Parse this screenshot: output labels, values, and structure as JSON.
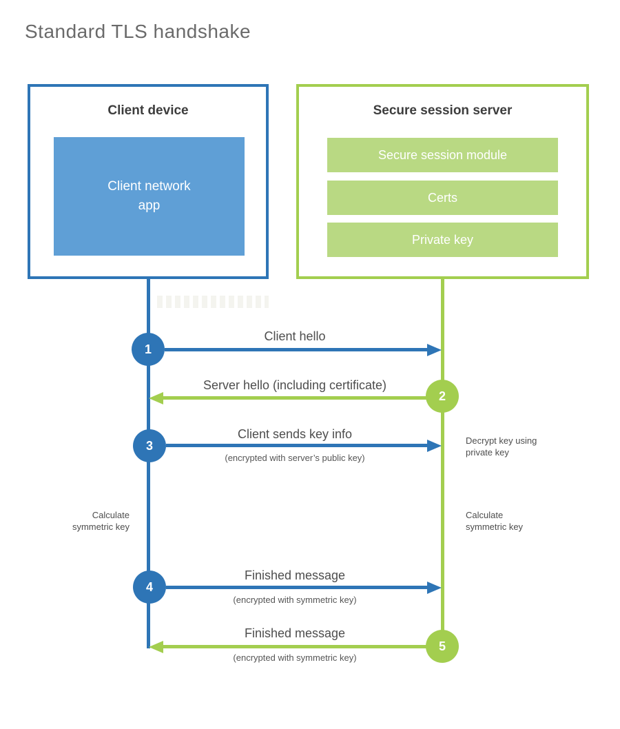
{
  "title": "Standard TLS handshake",
  "client": {
    "title": "Client device",
    "app": "Client network\napp"
  },
  "server": {
    "title": "Secure session server",
    "modules": [
      "Secure session module",
      "Certs",
      "Private key"
    ]
  },
  "steps": [
    {
      "num": "1",
      "from": "client",
      "to": "server",
      "label": "Client hello",
      "sublabel": ""
    },
    {
      "num": "2",
      "from": "server",
      "to": "client",
      "label": "Server hello (including certificate)",
      "sublabel": ""
    },
    {
      "num": "3",
      "from": "client",
      "to": "server",
      "label": "Client sends key info",
      "sublabel": "(encrypted with server’s public key)"
    },
    {
      "num": "4",
      "from": "client",
      "to": "server",
      "label": "Finished message",
      "sublabel": "(encrypted with symmetric key)"
    },
    {
      "num": "5",
      "from": "server",
      "to": "client",
      "label": "Finished message",
      "sublabel": "(encrypted with symmetric key)"
    }
  ],
  "notes": {
    "decrypt_key": "Decrypt key using\nprivate key",
    "calc_symmetric_left": "Calculate\nsymmetric key",
    "calc_symmetric_right": "Calculate\nsymmetric key"
  },
  "colors": {
    "client_accent": "#2e75b6",
    "client_fill": "#5f9fd6",
    "server_accent": "#a3ce4f",
    "server_fill": "#b9d983"
  }
}
